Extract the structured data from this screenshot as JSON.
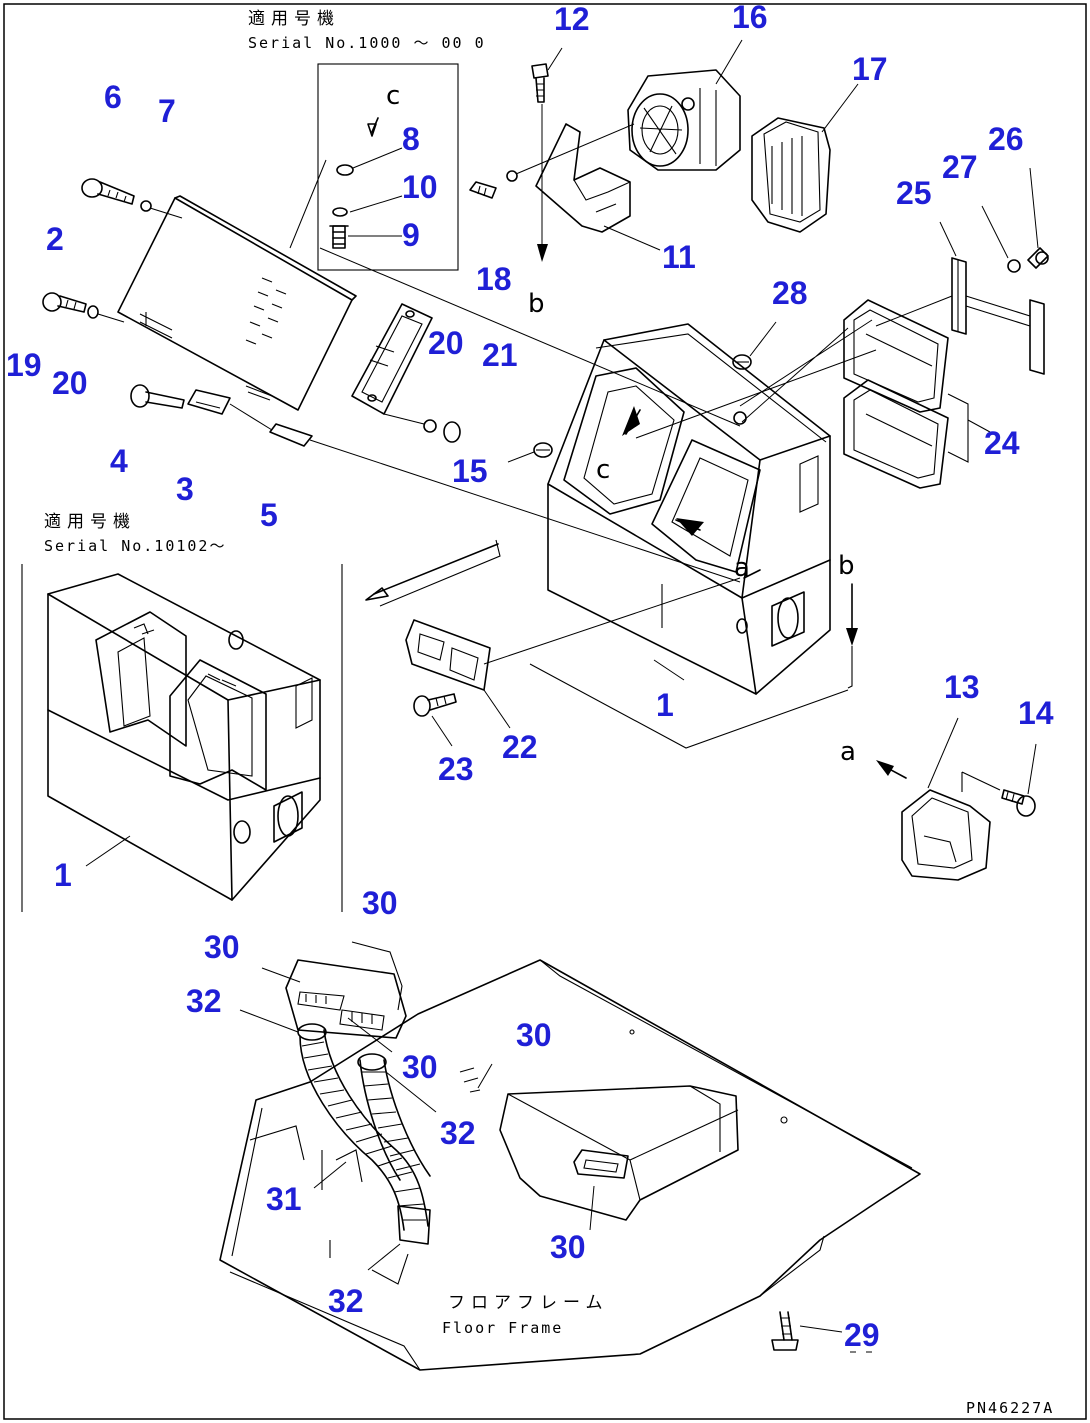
{
  "notes": {
    "top_jp": "適用号機",
    "top_serial": "Serial No.1000 〜 00 0",
    "left_jp": "適用号機",
    "left_serial": "Serial No.10102〜",
    "floor_jp": "フロアフレーム",
    "floor_en": "Floor Frame",
    "drawing_code": "PN46227A"
  },
  "part_numbers": [
    "1",
    "1",
    "2",
    "3",
    "4",
    "5",
    "6",
    "7",
    "8",
    "9",
    "10",
    "11",
    "12",
    "13",
    "14",
    "15",
    "16",
    "17",
    "18",
    "19",
    "20",
    "20",
    "21",
    "22",
    "23",
    "24",
    "25",
    "26",
    "27",
    "28",
    "29",
    "30",
    "30",
    "30",
    "30",
    "30",
    "30",
    "31",
    "32",
    "32",
    "32",
    "32"
  ],
  "view_letters": [
    "a",
    "a",
    "b",
    "b",
    "c",
    "c"
  ]
}
